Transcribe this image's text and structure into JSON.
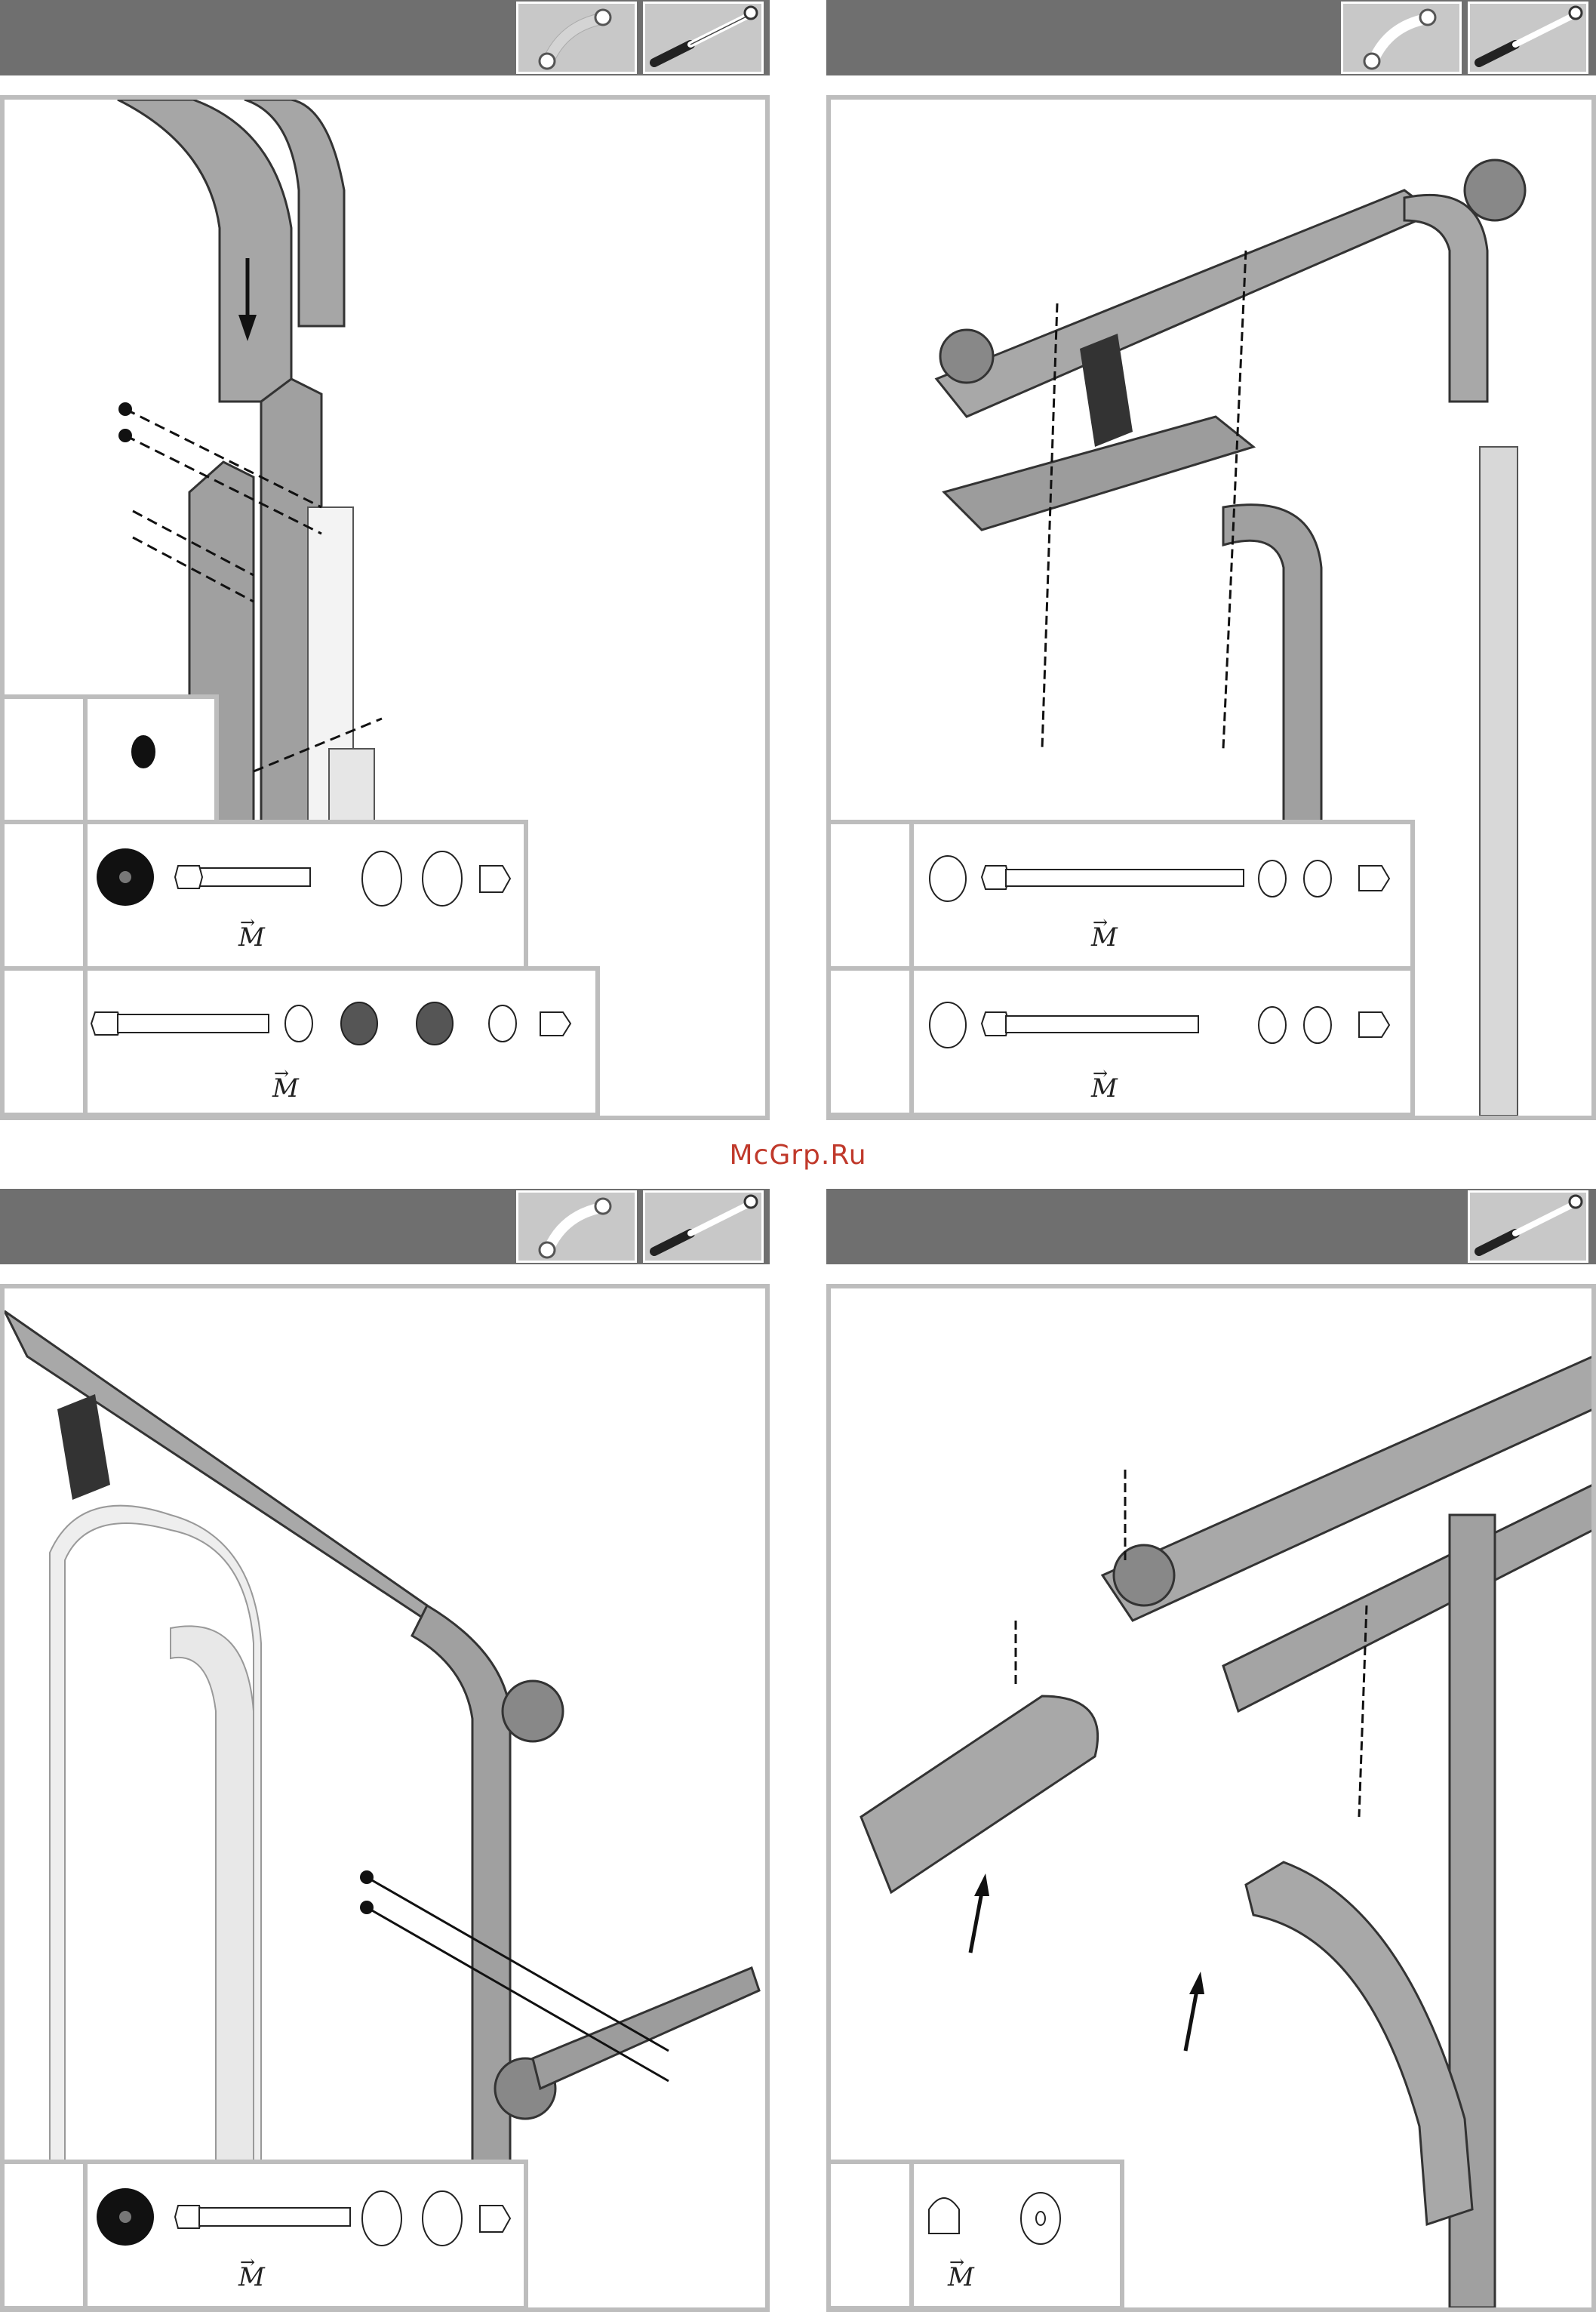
{
  "watermark": "McGrp.Ru",
  "panels": [
    {
      "id": "top-left",
      "tools": [
        "wrench-icon",
        "torque-wrench-icon"
      ],
      "hardware": [
        {
          "label": "M"
        },
        {
          "label": "M"
        }
      ]
    },
    {
      "id": "top-right",
      "tools": [
        "wrench-icon",
        "torque-wrench-icon"
      ],
      "hardware": [
        {
          "label": "M"
        },
        {
          "label": "M"
        }
      ]
    },
    {
      "id": "bottom-left",
      "tools": [
        "wrench-icon",
        "torque-wrench-icon"
      ],
      "hardware": [
        {
          "label": "M"
        }
      ]
    },
    {
      "id": "bottom-right",
      "tools": [
        "torque-wrench-icon"
      ],
      "hardware": [
        {
          "label": "M"
        }
      ]
    }
  ]
}
